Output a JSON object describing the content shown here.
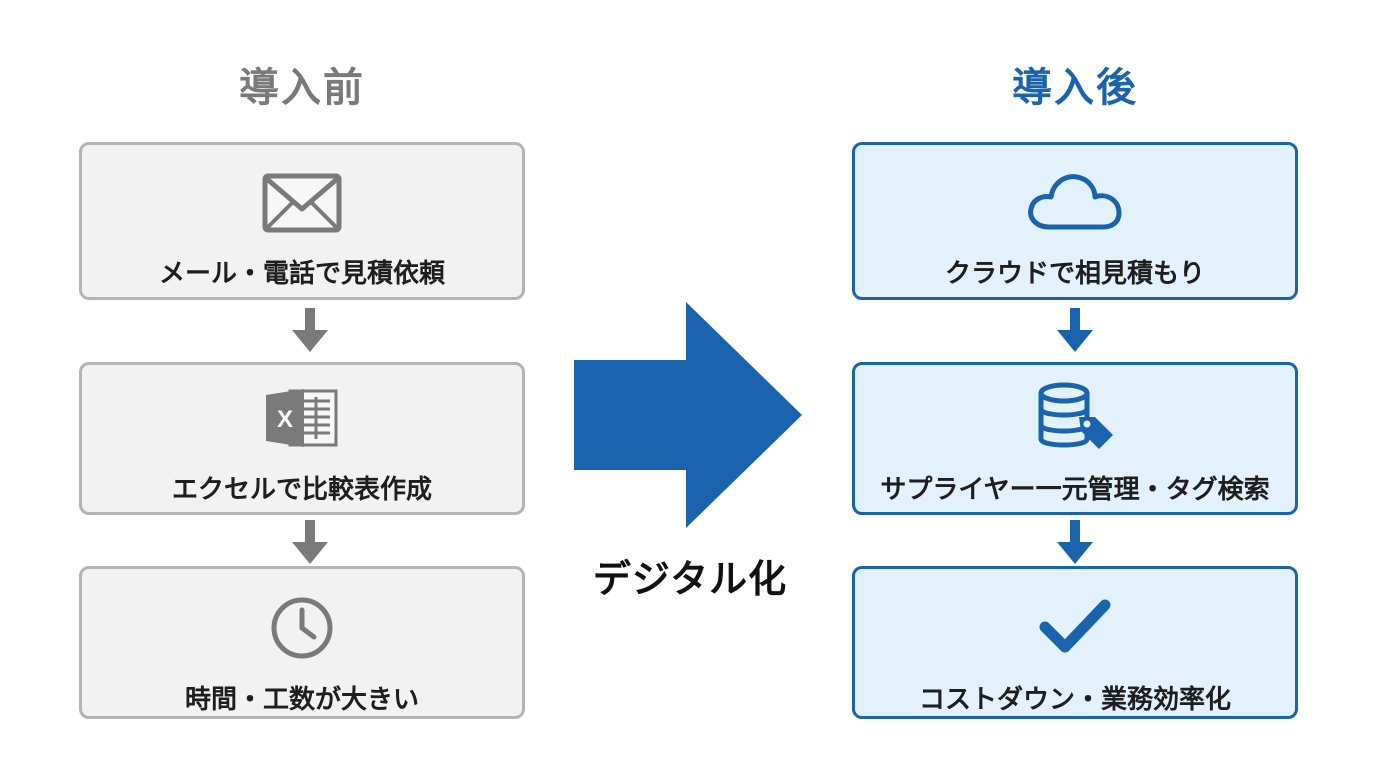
{
  "before": {
    "title": "導入前",
    "steps": [
      {
        "label": "メール・電話で見積依頼",
        "icon": "mail-icon"
      },
      {
        "label": "エクセルで比較表作成",
        "icon": "excel-icon"
      },
      {
        "label": "時間・工数が大きい",
        "icon": "clock-icon"
      }
    ]
  },
  "after": {
    "title": "導入後",
    "steps": [
      {
        "label": "クラウドで相見積もり",
        "icon": "cloud-icon"
      },
      {
        "label": "サプライヤー一元管理・タグ検索",
        "icon": "database-tag-icon"
      },
      {
        "label": "コストダウン・業務効率化",
        "icon": "checkmark-icon"
      }
    ]
  },
  "transition": {
    "label": "デジタル化",
    "icon": "right-arrow-icon"
  },
  "excel_icon_letter": "X",
  "colors": {
    "before_text": "#7a7a7a",
    "before_border": "#b4b4b4",
    "before_fill": "#f2f2f2",
    "after_accent": "#1a63ad",
    "after_fill": "#e3f1fc"
  }
}
